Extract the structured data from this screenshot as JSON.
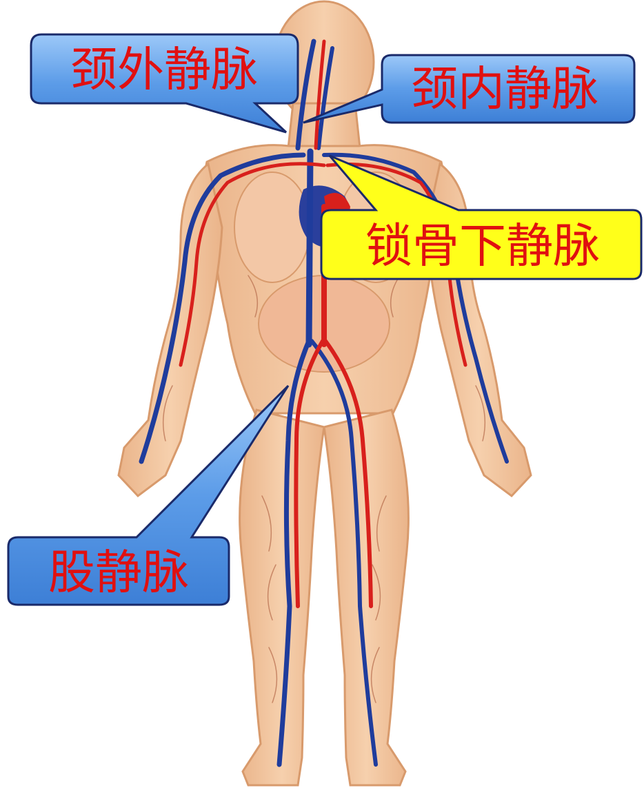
{
  "figure": {
    "subject": "human-venous-system-illustration",
    "colors": {
      "skin": "#f2c39a",
      "skin_shadow": "#e3a878",
      "vein": "#1f3c9c",
      "artery": "#d8201c",
      "callout_blue": "#6aa6ef",
      "callout_yellow": "#ffff1a",
      "label_red": "#e01010"
    }
  },
  "labels": {
    "external_jugular": "颈外静脉",
    "internal_jugular": "颈内静脉",
    "subclavian": "锁骨下静脉",
    "femoral": "股静脉"
  }
}
